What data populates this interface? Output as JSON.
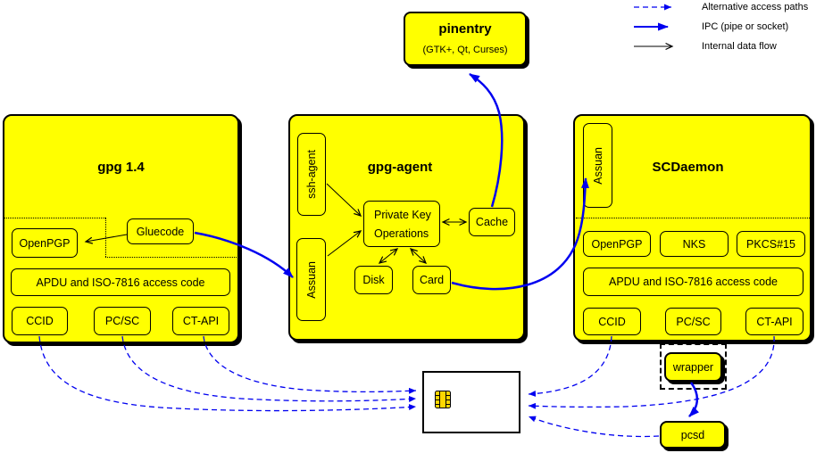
{
  "legend": {
    "alt_label": "Alternative access paths",
    "ipc_label": "IPC (pipe or socket)",
    "internal_label": "Internal data flow"
  },
  "pinentry": {
    "title": "pinentry",
    "subtitle": "(GTK+, Qt, Curses)"
  },
  "gpg14": {
    "title": "gpg 1.4",
    "openpgp": "OpenPGP",
    "gluecode": "Gluecode",
    "apdu": "APDU and ISO-7816 access code",
    "ccid": "CCID",
    "pcsc": "PC/SC",
    "ctapi": "CT-API"
  },
  "gpgagent": {
    "title": "gpg-agent",
    "ssh_agent": "ssh-agent",
    "assuan": "Assuan",
    "pko_line1": "Private Key",
    "pko_line2": "Operations",
    "cache": "Cache",
    "disk": "Disk",
    "card": "Card"
  },
  "scdaemon": {
    "title": "SCDaemon",
    "assuan": "Assuan",
    "openpgp": "OpenPGP",
    "nks": "NKS",
    "pkcs15": "PKCS#15",
    "apdu": "APDU and ISO-7816 access code",
    "ccid": "CCID",
    "pcsc": "PC/SC",
    "ctapi": "CT-API"
  },
  "external": {
    "wrapper": "wrapper",
    "pcsd": "pcsd"
  },
  "colors": {
    "box_yellow": "#ffff00",
    "arrow_blue": "#0000f0",
    "line_black": "#000000",
    "chip_gold": "#ffd700",
    "card_white": "#ffffff"
  }
}
